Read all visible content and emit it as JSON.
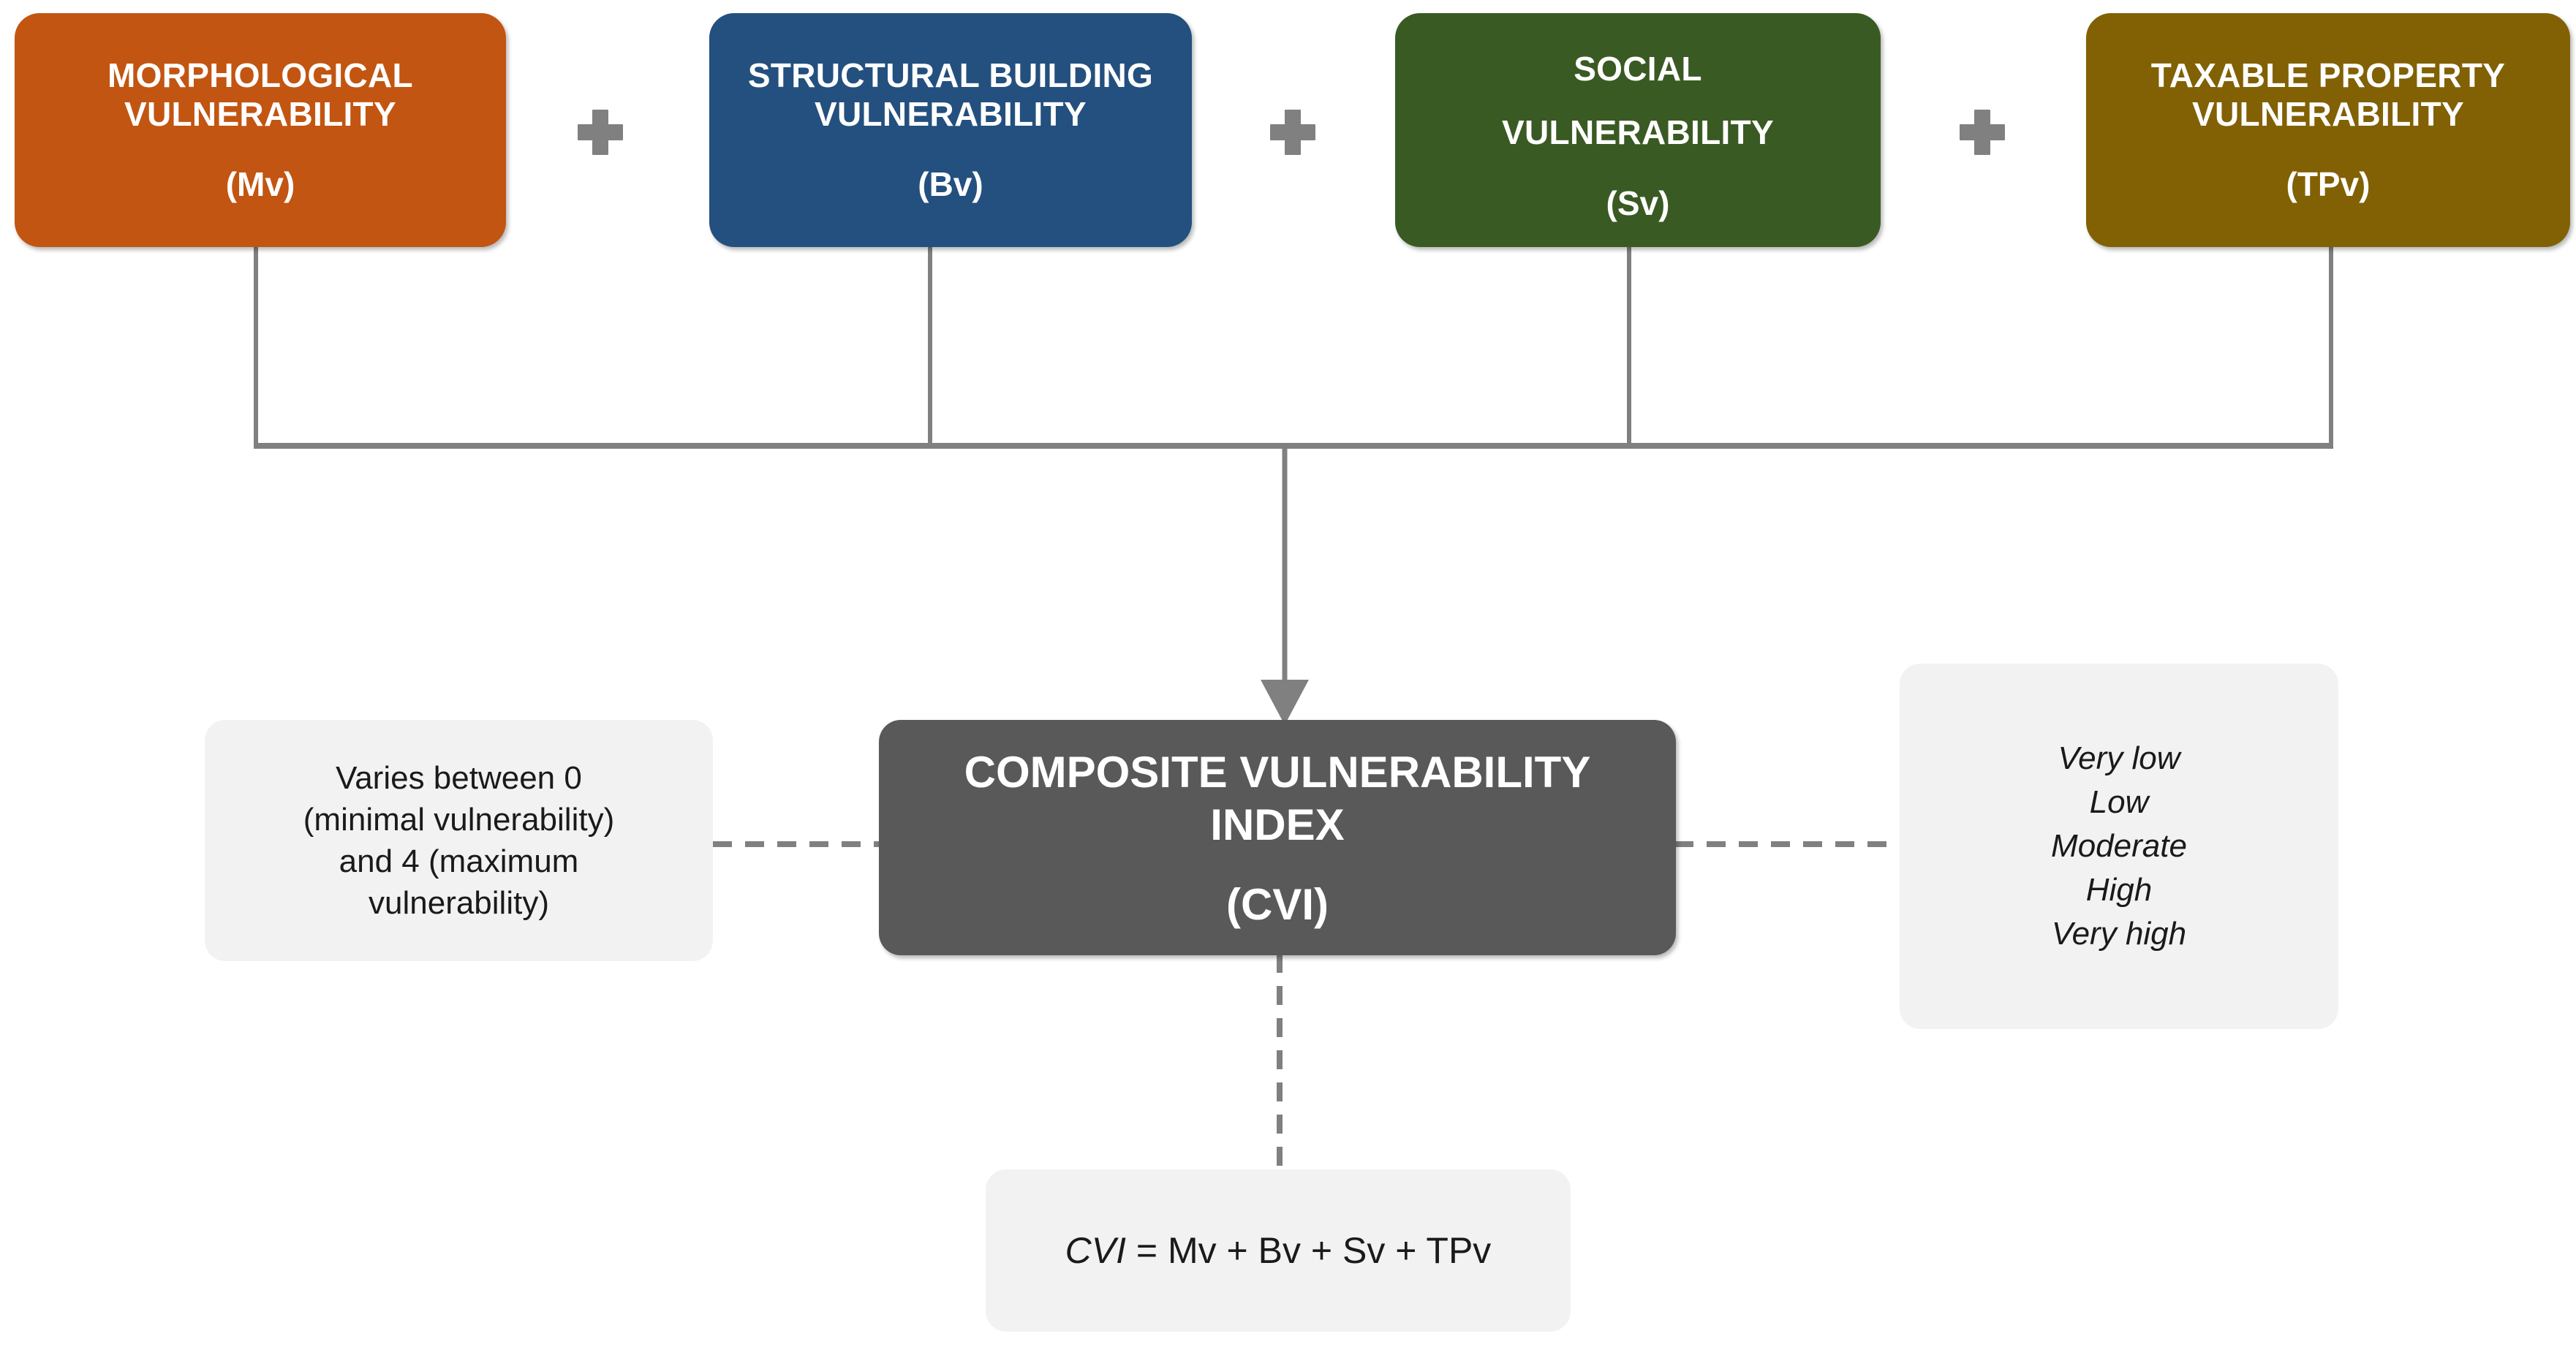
{
  "diagram": {
    "title_semantic": "composite-vulnerability-index-flow",
    "components": [
      {
        "id": "mv",
        "title_line1": "MORPHOLOGICAL",
        "title_line2": "VULNERABILITY",
        "abbr": "(Mv)",
        "color": "#C25511"
      },
      {
        "id": "bv",
        "title_line1": "STRUCTURAL BUILDING",
        "title_line2": "VULNERABILITY",
        "abbr": "(Bv)",
        "color": "#23507E"
      },
      {
        "id": "sv",
        "title_line1": "SOCIAL",
        "title_line2": "VULNERABILITY",
        "abbr": "(Sv)",
        "color": "#3A5A23"
      },
      {
        "id": "tpv",
        "title_line1": "TAXABLE PROPERTY",
        "title_line2": "VULNERABILITY",
        "abbr": "(TPv)",
        "color": "#816104"
      }
    ],
    "operators": [
      {
        "id": "plus-1",
        "symbol": "+"
      },
      {
        "id": "plus-2",
        "symbol": "+"
      },
      {
        "id": "plus-3",
        "symbol": "+"
      }
    ],
    "result": {
      "title_line1": "COMPOSITE VULNERABILITY",
      "title_line2": "INDEX",
      "abbr": "(CVI)",
      "color": "#595959"
    },
    "range_note": {
      "lines": [
        "Varies between 0",
        "(minimal vulnerability)",
        "and 4 (maximum",
        "vulnerability)"
      ]
    },
    "classes_note": {
      "lines": [
        "Very low",
        "Low",
        "Moderate",
        "High",
        "Very high"
      ]
    },
    "formula_note": {
      "variable": "CVI",
      "expression": " = Mv + Bv + Sv + TPv"
    },
    "connector_color": "#808080"
  }
}
